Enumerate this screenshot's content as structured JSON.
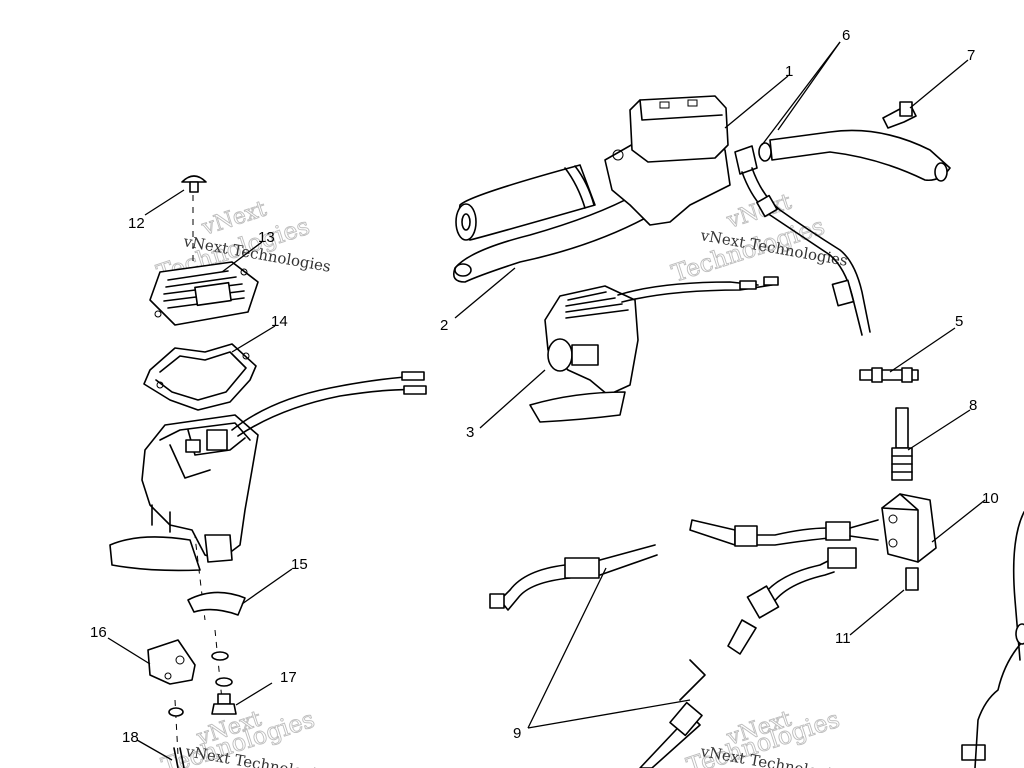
{
  "diagram": {
    "callouts": [
      {
        "id": "c1",
        "text": "1"
      },
      {
        "id": "c2",
        "text": "2"
      },
      {
        "id": "c3",
        "text": "3"
      },
      {
        "id": "c5",
        "text": "5"
      },
      {
        "id": "c6",
        "text": "6"
      },
      {
        "id": "c7",
        "text": "7"
      },
      {
        "id": "c8",
        "text": "8"
      },
      {
        "id": "c9",
        "text": "9"
      },
      {
        "id": "c10",
        "text": "10"
      },
      {
        "id": "c11",
        "text": "11"
      },
      {
        "id": "c12",
        "text": "12"
      },
      {
        "id": "c13",
        "text": "13"
      },
      {
        "id": "c14",
        "text": "14"
      },
      {
        "id": "c15",
        "text": "15"
      },
      {
        "id": "c16",
        "text": "16"
      },
      {
        "id": "c17",
        "text": "17"
      },
      {
        "id": "c18",
        "text": "18"
      }
    ],
    "watermark": {
      "brand": "vNext",
      "company": "Technologies",
      "full": "vNext Technologies"
    }
  }
}
